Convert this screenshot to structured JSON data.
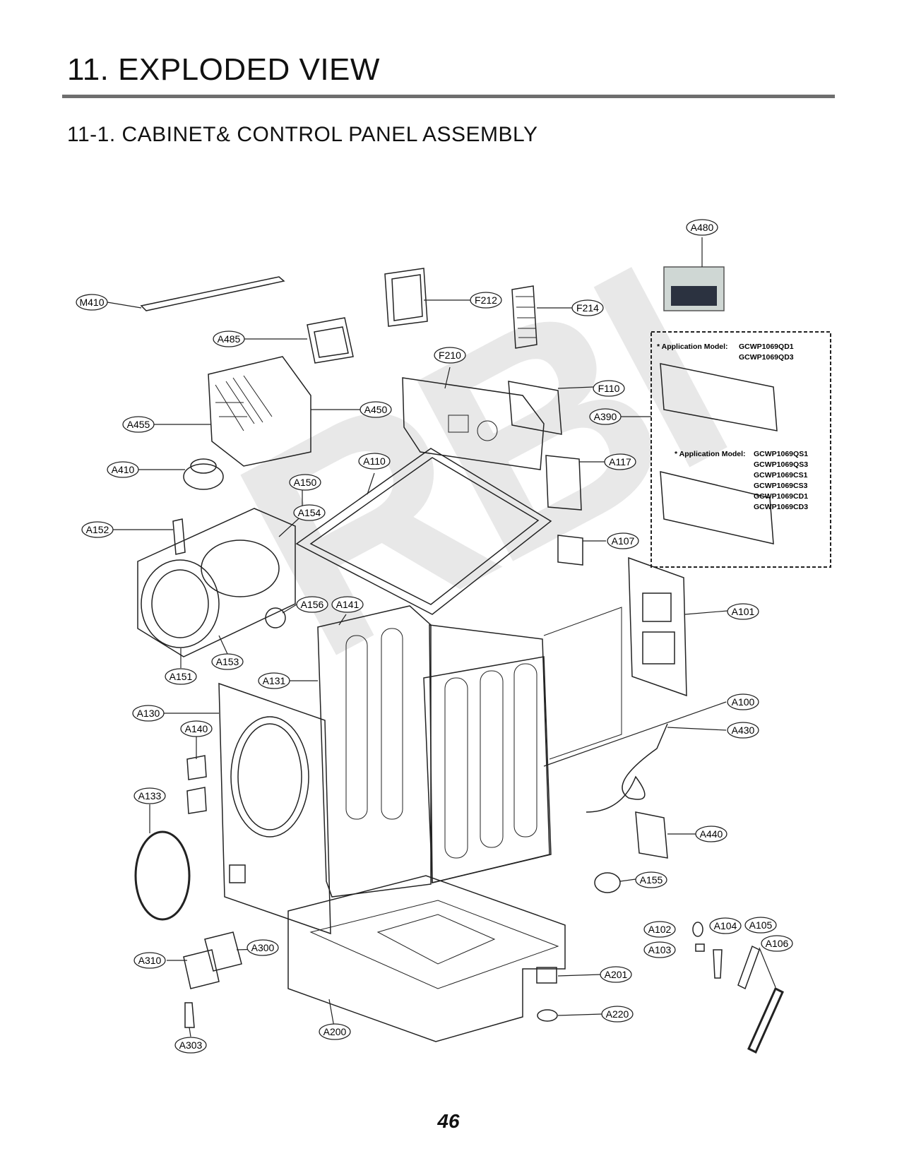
{
  "header": {
    "title": "11. EXPLODED VIEW",
    "subtitle": "11-1. CABINET& CONTROL PANEL ASSEMBLY"
  },
  "watermark": "RBI",
  "page_number": "46",
  "callouts": [
    {
      "label": "A480"
    },
    {
      "label": "M410"
    },
    {
      "label": "F212"
    },
    {
      "label": "F214"
    },
    {
      "label": "A485"
    },
    {
      "label": "F210"
    },
    {
      "label": "F110"
    },
    {
      "label": "A390"
    },
    {
      "label": "A450"
    },
    {
      "label": "A455"
    },
    {
      "label": "A410"
    },
    {
      "label": "A110"
    },
    {
      "label": "A117"
    },
    {
      "label": "A150"
    },
    {
      "label": "A154"
    },
    {
      "label": "A152"
    },
    {
      "label": "A107"
    },
    {
      "label": "A156"
    },
    {
      "label": "A141"
    },
    {
      "label": "A101"
    },
    {
      "label": "A151"
    },
    {
      "label": "A153"
    },
    {
      "label": "A131"
    },
    {
      "label": "A100"
    },
    {
      "label": "A130"
    },
    {
      "label": "A140"
    },
    {
      "label": "A430"
    },
    {
      "label": "A133"
    },
    {
      "label": "A440"
    },
    {
      "label": "A155"
    },
    {
      "label": "A102"
    },
    {
      "label": "A104"
    },
    {
      "label": "A105"
    },
    {
      "label": "A106"
    },
    {
      "label": "A103"
    },
    {
      "label": "A300"
    },
    {
      "label": "A310"
    },
    {
      "label": "A201"
    },
    {
      "label": "A220"
    },
    {
      "label": "A303"
    },
    {
      "label": "A200"
    }
  ],
  "application_notes": [
    {
      "heading": "* Application Model:",
      "models": [
        "GCWP1069QD1",
        "GCWP1069QD3"
      ]
    },
    {
      "heading": "* Application Model:",
      "models": [
        "GCWP1069QS1",
        "GCWP1069QS3",
        "GCWP1069CS1",
        "GCWP1069CS3",
        "GCWP1069CD1",
        "GCWP1069CD3"
      ]
    }
  ]
}
